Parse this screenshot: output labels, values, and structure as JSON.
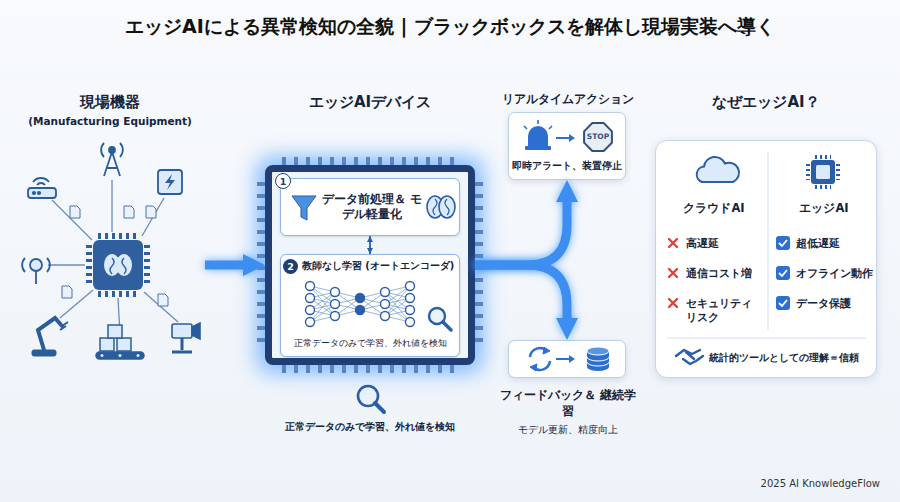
{
  "diagram": {
    "title": "エッジAIによる異常検知の全貌 | ブラックボックスを解体し現場実装へ導く",
    "nodes": [
      {
        "text": [
          "現場機器",
          "(Manufacturing Equipment)"
        ]
      },
      {
        "text": [
          "エッジAIデバイス"
        ]
      },
      {
        "text": [
          "データ前処理＆ モデル軽量化"
        ],
        "in": 1
      },
      {
        "text": [
          "教師なし学習 (オートエンコーダ)",
          "正常データのみで学習、外れ値を検知"
        ],
        "in": 1
      },
      {
        "text": [
          "リアルタイムアクション",
          "即時アラート、装置停止"
        ]
      },
      {
        "text": [
          "フィードバック＆ 継続学習",
          "モデル更新、精度向上"
        ]
      },
      {
        "text": [
          "なぜエッジAI？",
          "統計的ツールとしての理解＝信頼"
        ]
      },
      {
        "text": [
          "クラウドAI",
          "高遅延",
          "通信コスト増",
          "セキュリティ リスク"
        ],
        "in": 6
      },
      {
        "text": [
          "エッジAI",
          "超低遅延",
          "オフライン動作",
          "データ保護"
        ],
        "in": 6
      }
    ],
    "edges": [
      {
        "from": 0,
        "to": 1,
        "arrow": "to"
      },
      {
        "from": 2,
        "to": 3,
        "arrow": "both"
      },
      {
        "from": 1,
        "to": 4,
        "arrow": "to"
      },
      {
        "from": 1,
        "to": 5,
        "arrow": "to"
      }
    ],
    "labels": [
      "1",
      "2",
      "STOP",
      "正常データのみで学習、外れ値を検知",
      "2025 AI KnowledgeFlow"
    ]
  }
}
